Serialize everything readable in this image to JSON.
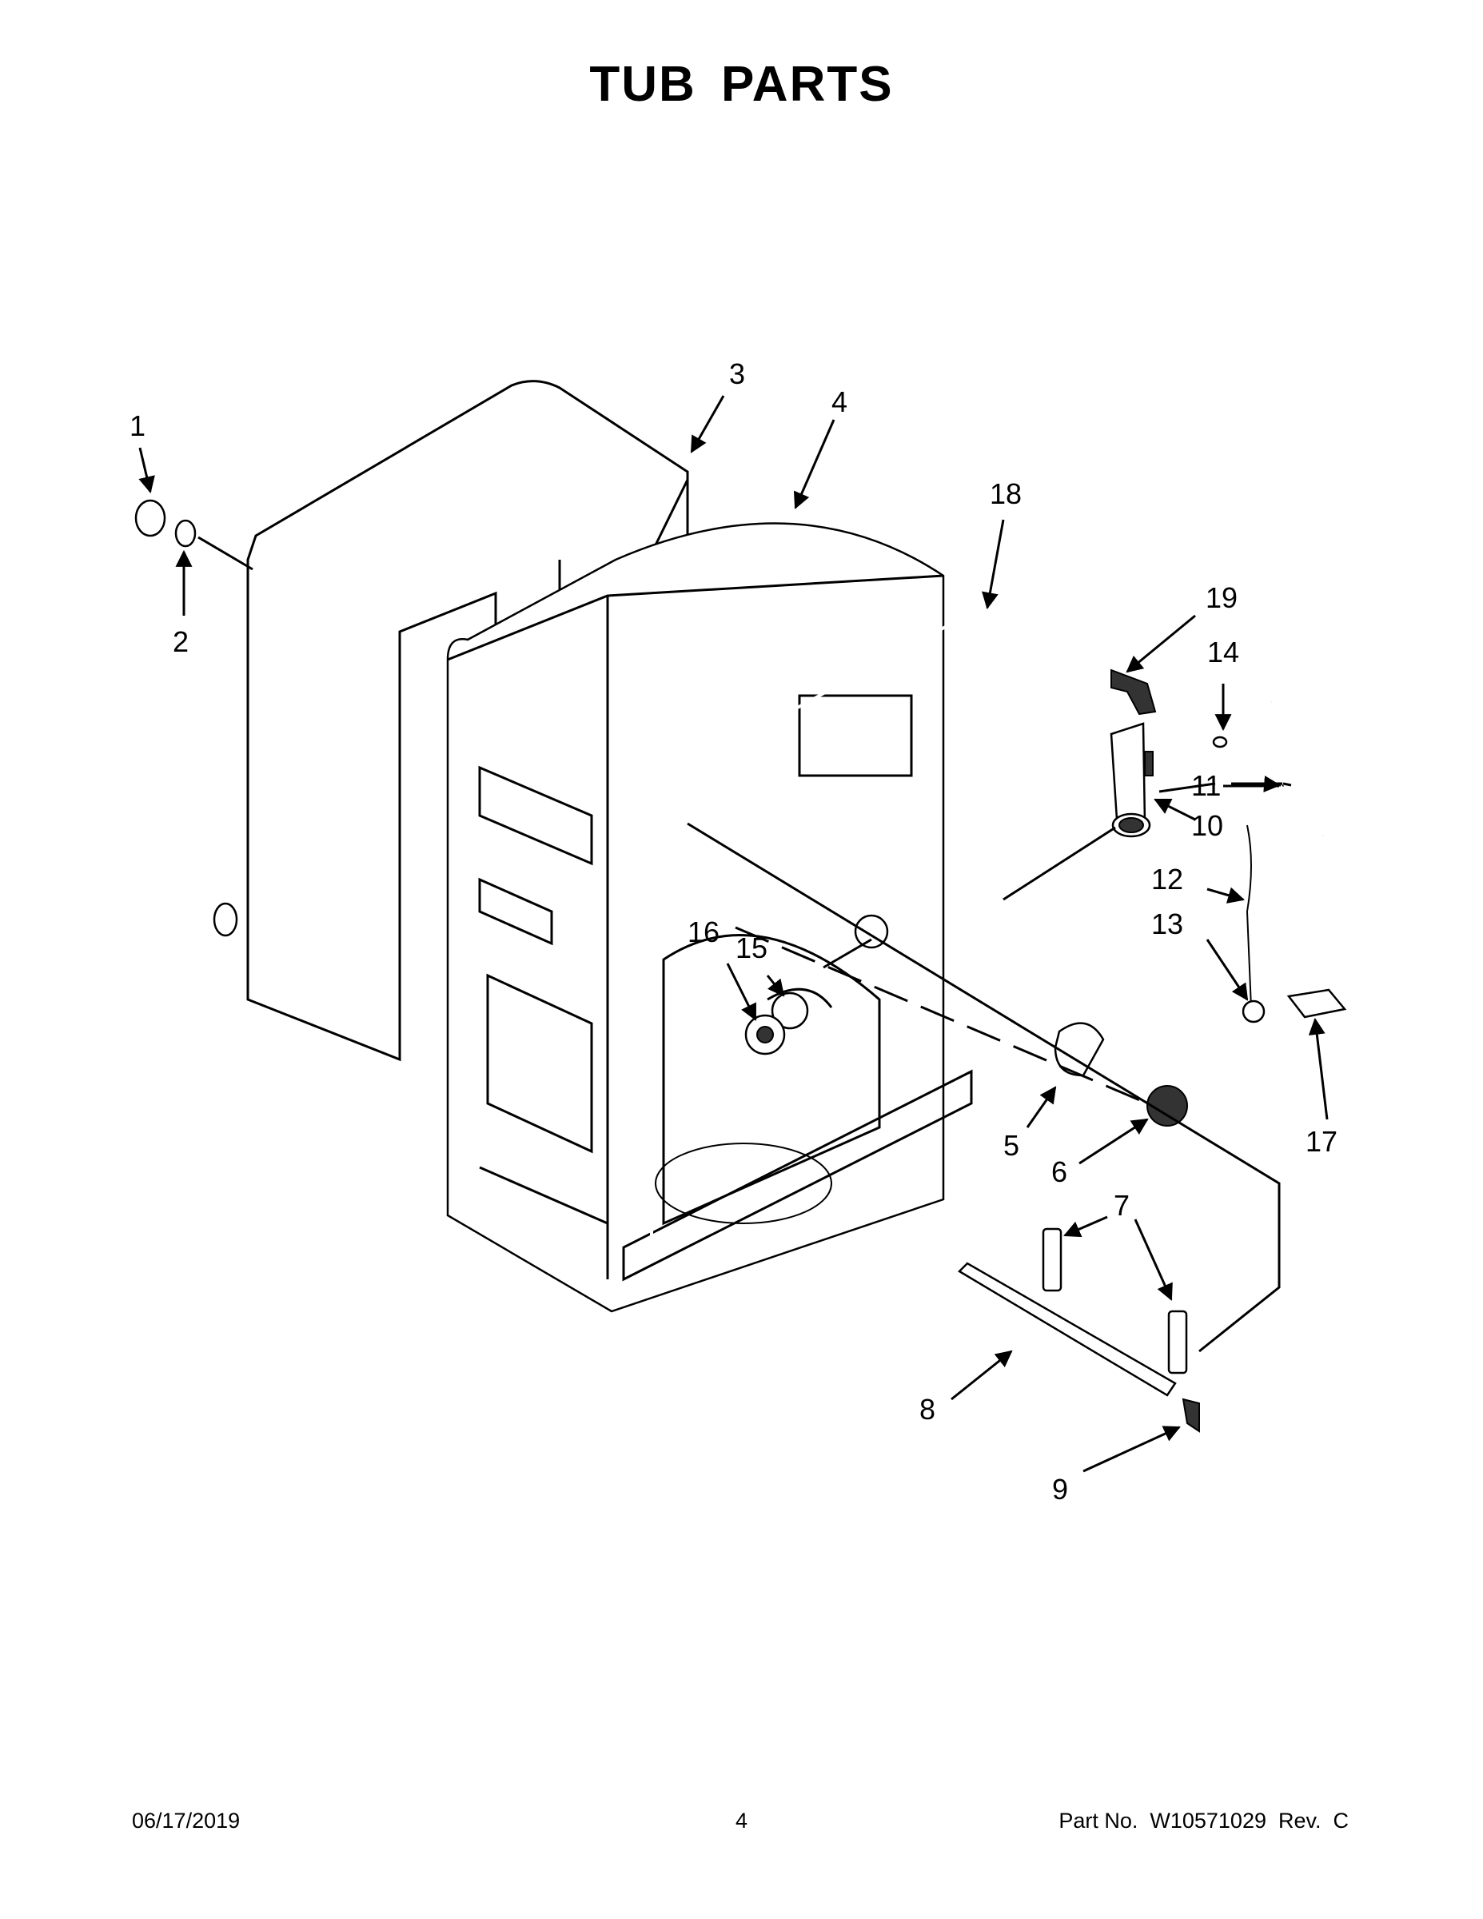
{
  "title": "TUB PARTS",
  "callouts": [
    "1",
    "2",
    "3",
    "4",
    "5",
    "6",
    "7",
    "8",
    "9",
    "10",
    "11",
    "12",
    "13",
    "14",
    "15",
    "16",
    "17",
    "18",
    "19"
  ],
  "footer": {
    "date": "06/17/2019",
    "page": "4",
    "part_number": "Part No.  W10571029  Rev.  C"
  }
}
